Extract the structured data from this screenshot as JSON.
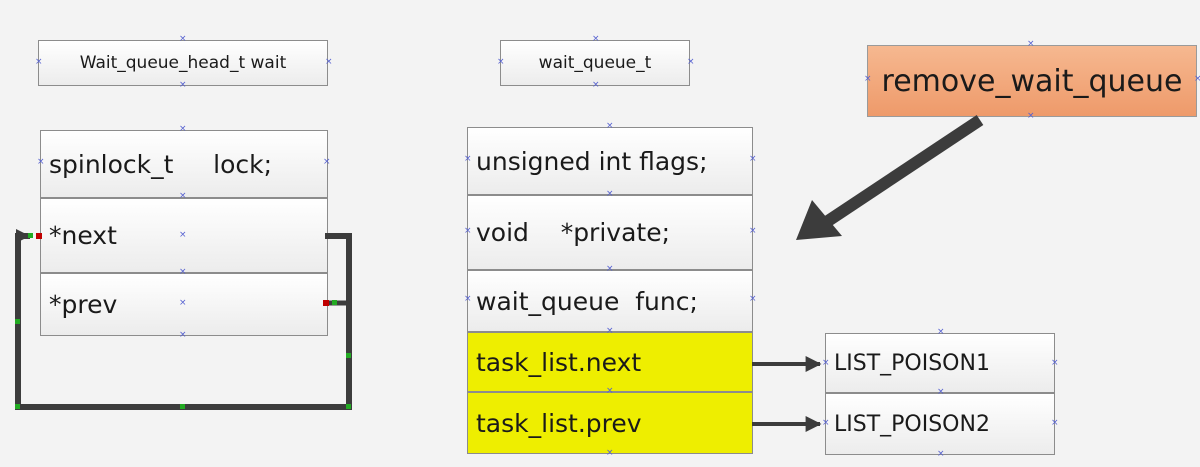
{
  "head_label": "Wait_queue_head_t wait",
  "entry_label": "wait_queue_t",
  "action_label": "remove_wait_queue",
  "head_fields": [
    "spinlock_t     lock;",
    "*next",
    "*prev"
  ],
  "entry_fields": [
    "unsigned int flags;",
    "void    *private;",
    "wait_queue  func;",
    "task_list.next",
    "task_list.prev"
  ],
  "poison_1": "LIST_POISON1",
  "poison_2": "LIST_POISON2",
  "colors": {
    "highlight": "#eeee00",
    "action": "#f0a070",
    "wire": "#3c3c3c"
  }
}
